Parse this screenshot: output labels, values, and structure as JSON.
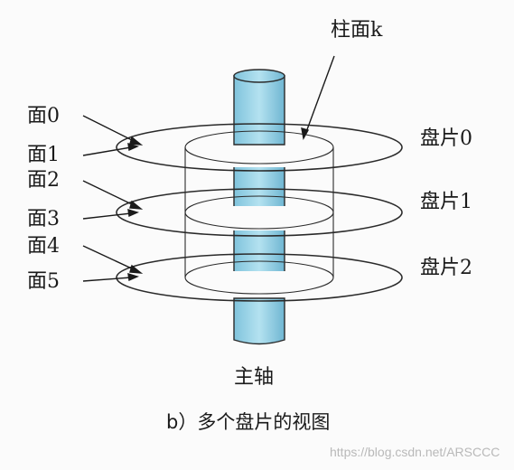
{
  "diagram": {
    "cylinder_label": "柱面k",
    "surface_labels": [
      "面0",
      "面1",
      "面2",
      "面3",
      "面4",
      "面5"
    ],
    "platter_labels": [
      "盘片0",
      "盘片1",
      "盘片2"
    ],
    "spindle_label": "主轴",
    "caption": "b）多个盘片的视图",
    "spindle_color": "#a8d8ea"
  },
  "watermark": "https://blog.csdn.net/ARSCCC"
}
